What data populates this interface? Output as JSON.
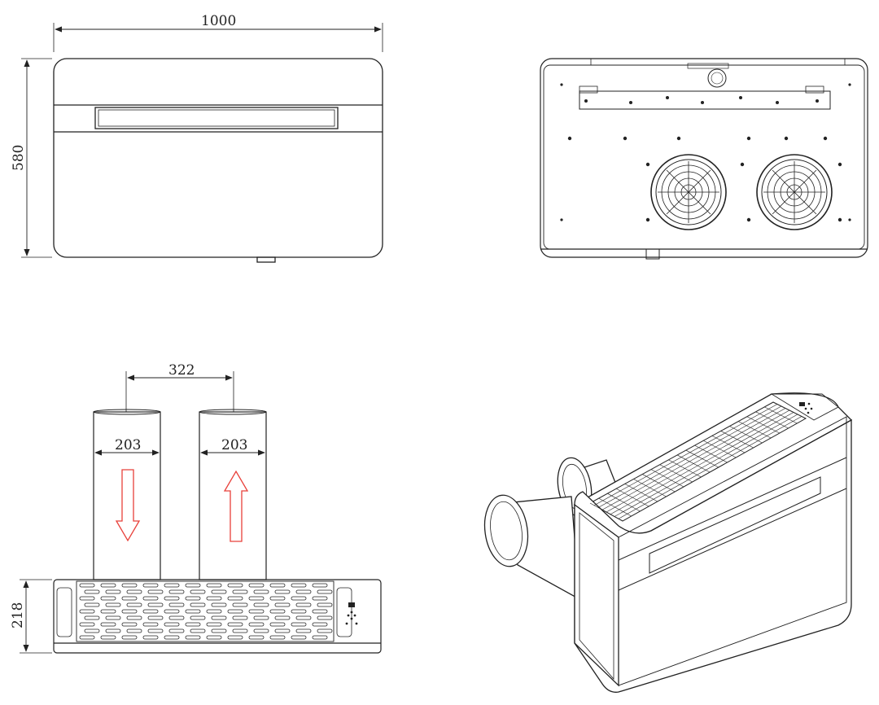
{
  "front_view": {
    "width_dim": "1000",
    "height_dim": "580"
  },
  "top_view": {
    "spacing_dim": "322",
    "duct_left_dim": "203",
    "duct_right_dim": "203",
    "height_dim": "218",
    "airflow": [
      "in-arrow-down",
      "out-arrow-up"
    ]
  },
  "colors": {
    "line": "#222222",
    "arrow": "#e8403a"
  }
}
